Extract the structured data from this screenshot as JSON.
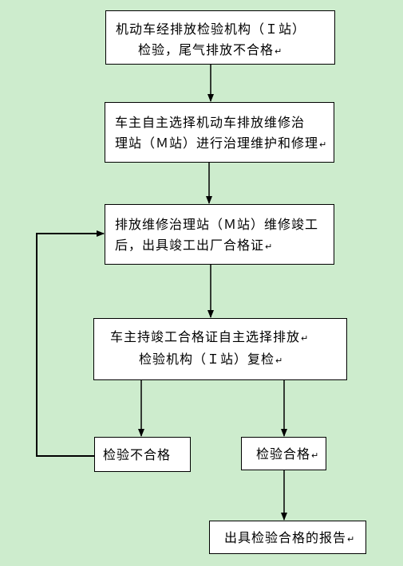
{
  "flowchart": {
    "step1": {
      "line1": "机动车经排放检验机构（Ｉ站）",
      "line2": "检验，尾气排放不合格",
      "mark2": "↵"
    },
    "step2": {
      "line1": "车主自主选择机动车排放维修治",
      "line2": "理站（Ｍ站）进行治理维护和修理",
      "mark2": "↵"
    },
    "step3": {
      "line1": "排放维修治理站（Ｍ站）维修竣工",
      "line2": "后，出具竣工出厂合格证",
      "mark2": "↵"
    },
    "step4": {
      "line1": "车主持竣工合格证自主选择排放",
      "mark1": "↵",
      "line2": "检验机构（Ｉ站）复检",
      "mark2": "↵"
    },
    "fail": {
      "label": "检验不合格",
      "mark": ""
    },
    "pass": {
      "label": "检验合格",
      "mark": "↵"
    },
    "report": {
      "label": "出具检验合格的报告",
      "mark": "↵"
    }
  }
}
